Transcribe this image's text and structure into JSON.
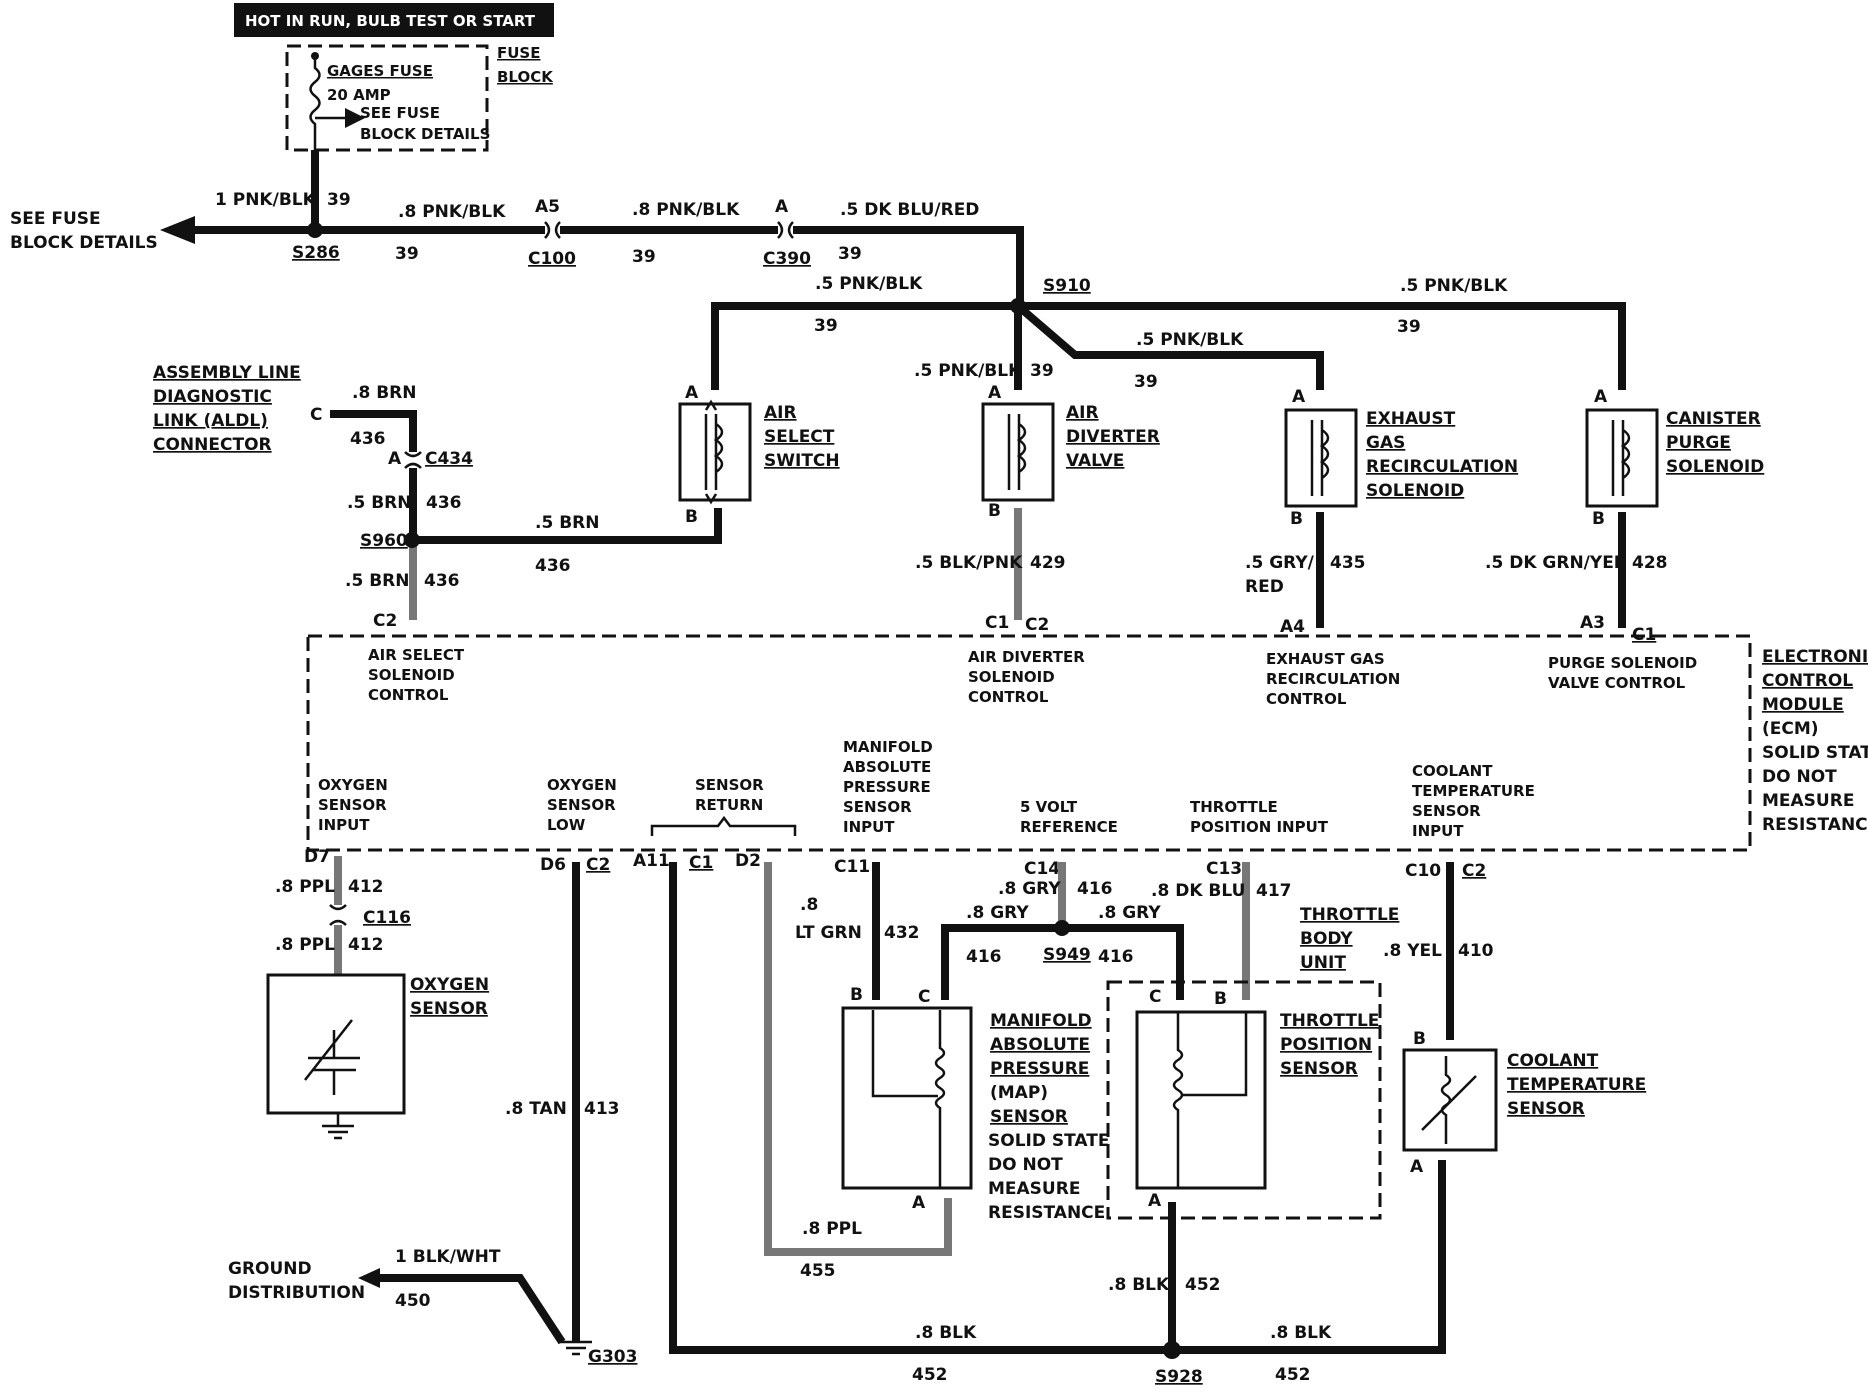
{
  "banner": "HOT IN RUN, BULB TEST OR START",
  "fuse": {
    "name": "GAGES FUSE",
    "rating": "20 AMP",
    "see1": "SEE FUSE",
    "see2": "BLOCK DETAILS",
    "block1": "FUSE",
    "block2": "BLOCK"
  },
  "see_fuse": [
    "SEE FUSE",
    "BLOCK DETAILS"
  ],
  "splices": {
    "s286": "S286",
    "s910": "S910",
    "s960": "S960",
    "s949": "S949",
    "s928": "S928"
  },
  "connectors": {
    "c100": "C100",
    "c390": "C390",
    "c434": "C434",
    "c116": "C116",
    "a5": "A5",
    "a": "A",
    "g303": "G303"
  },
  "wires": {
    "pnk1": "1 PNK/BLK",
    "pnk8": ".8 PNK/BLK",
    "pnk5": ".5 PNK/BLK",
    "dkblu": ".5 DK BLU/RED",
    "c39": "39",
    "brn8": ".8 BRN",
    "brn5": ".5 BRN",
    "c436": "436",
    "blkpnk": ".5 BLK/PNK",
    "c429": "429",
    "gry5": ".5 GRY/",
    "red": "RED",
    "c435": "435",
    "dkgrn": ".5 DK GRN/YEL",
    "c428": "428",
    "ppl8": ".8 PPL",
    "c412": "412",
    "tan": ".8 TAN",
    "c413": "413",
    "p8": ".8",
    "ltgrn": "LT GRN",
    "c432": "432",
    "gry8": ".8 GRY",
    "c416": "416",
    "dkblu8": ".8 DK BLU",
    "c417": "417",
    "yel": ".8 YEL",
    "c410": "410",
    "c455": "455",
    "blk8": ".8 BLK",
    "c452": "452",
    "blkwht": "1 BLK/WHT",
    "c450": "450"
  },
  "components": {
    "aldl": [
      "ASSEMBLY LINE",
      "DIAGNOSTIC",
      "LINK (ALDL)",
      "CONNECTOR"
    ],
    "air_select": [
      "AIR",
      "SELECT",
      "SWITCH"
    ],
    "air_diverter": [
      "AIR",
      "DIVERTER",
      "VALVE"
    ],
    "egr": [
      "EXHAUST",
      "GAS",
      "RECIRCULATION",
      "SOLENOID"
    ],
    "canister": [
      "CANISTER",
      "PURGE",
      "SOLENOID"
    ],
    "ecm": [
      "ELECTRONIC",
      "CONTROL",
      "MODULE",
      "(ECM)",
      "SOLID STATE",
      "DO NOT",
      "MEASURE",
      "RESISTANCE"
    ],
    "oxygen": [
      "OXYGEN",
      "SENSOR"
    ],
    "map": [
      "MANIFOLD",
      "ABSOLUTE",
      "PRESSURE",
      "(MAP)",
      "SENSOR",
      "SOLID STATE",
      "DO NOT",
      "MEASURE",
      "RESISTANCE"
    ],
    "throttle_body": [
      "THROTTLE",
      "BODY",
      "UNIT"
    ],
    "tps": [
      "THROTTLE",
      "POSITION",
      "SENSOR"
    ],
    "coolant": [
      "COOLANT",
      "TEMPERATURE",
      "SENSOR"
    ],
    "ground": [
      "GROUND",
      "DISTRIBUTION"
    ]
  },
  "ecm_pins": {
    "air_select": [
      "AIR SELECT",
      "SOLENOID",
      "CONTROL"
    ],
    "air_diverter": [
      "AIR DIVERTER",
      "SOLENOID",
      "CONTROL"
    ],
    "egr": [
      "EXHAUST GAS",
      "RECIRCULATION",
      "CONTROL"
    ],
    "purge": [
      "PURGE SOLENOID",
      "VALVE CONTROL"
    ],
    "o2_input": [
      "OXYGEN",
      "SENSOR",
      "INPUT"
    ],
    "o2_low": [
      "OXYGEN",
      "SENSOR",
      "LOW"
    ],
    "sensor_return": [
      "SENSOR",
      "RETURN"
    ],
    "map_input": [
      "MANIFOLD",
      "ABSOLUTE",
      "PRESSURE",
      "SENSOR",
      "INPUT"
    ],
    "ref5v": "5 VOLT",
    "ref": "REFERENCE",
    "tps_input": [
      "THROTTLE",
      "POSITION INPUT"
    ],
    "coolant_input": [
      "COOLANT",
      "TEMPERATURE",
      "SENSOR",
      "INPUT"
    ]
  },
  "pins": {
    "A": "A",
    "B": "B",
    "C": "C",
    "C1": "C1",
    "C2": "C2",
    "A4": "A4",
    "A3": "A3",
    "D7": "D7",
    "D6": "D6",
    "A11": "A11",
    "D2": "D2",
    "C11": "C11",
    "C14": "C14",
    "C13": "C13",
    "C10": "C10"
  }
}
